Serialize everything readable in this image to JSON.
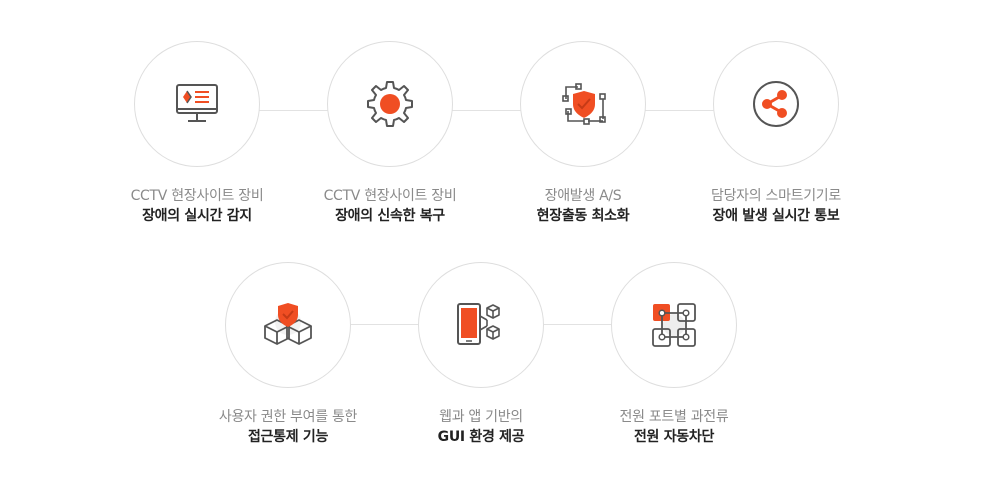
{
  "features": [
    {
      "line1": "CCTV 현장사이트 장비",
      "line2": "장애의 실시간 감지",
      "icon": "monitor-icon"
    },
    {
      "line1": "CCTV 현장사이트 장비",
      "line2": "장애의 신속한 복구",
      "icon": "gear-icon"
    },
    {
      "line1": "장애발생 A/S",
      "line2": "현장출동 최소화",
      "icon": "shield-network-icon"
    },
    {
      "line1": "담당자의 스마트기기로",
      "line2": "장애 발생 실시간 통보",
      "icon": "share-icon"
    },
    {
      "line1": "사용자 권한 부여를 통한",
      "line2": "접근통제 기능",
      "icon": "cubes-shield-icon"
    },
    {
      "line1": "웹과 앱 기반의",
      "line2": "GUI 환경 제공",
      "icon": "mobile-cubes-icon"
    },
    {
      "line1": "전원 포트별 과전류",
      "line2": "전원 자동차단",
      "icon": "power-ports-icon"
    }
  ],
  "colors": {
    "accent": "#f04e23",
    "icon_stroke": "#555555",
    "circle_border": "#dedede"
  }
}
